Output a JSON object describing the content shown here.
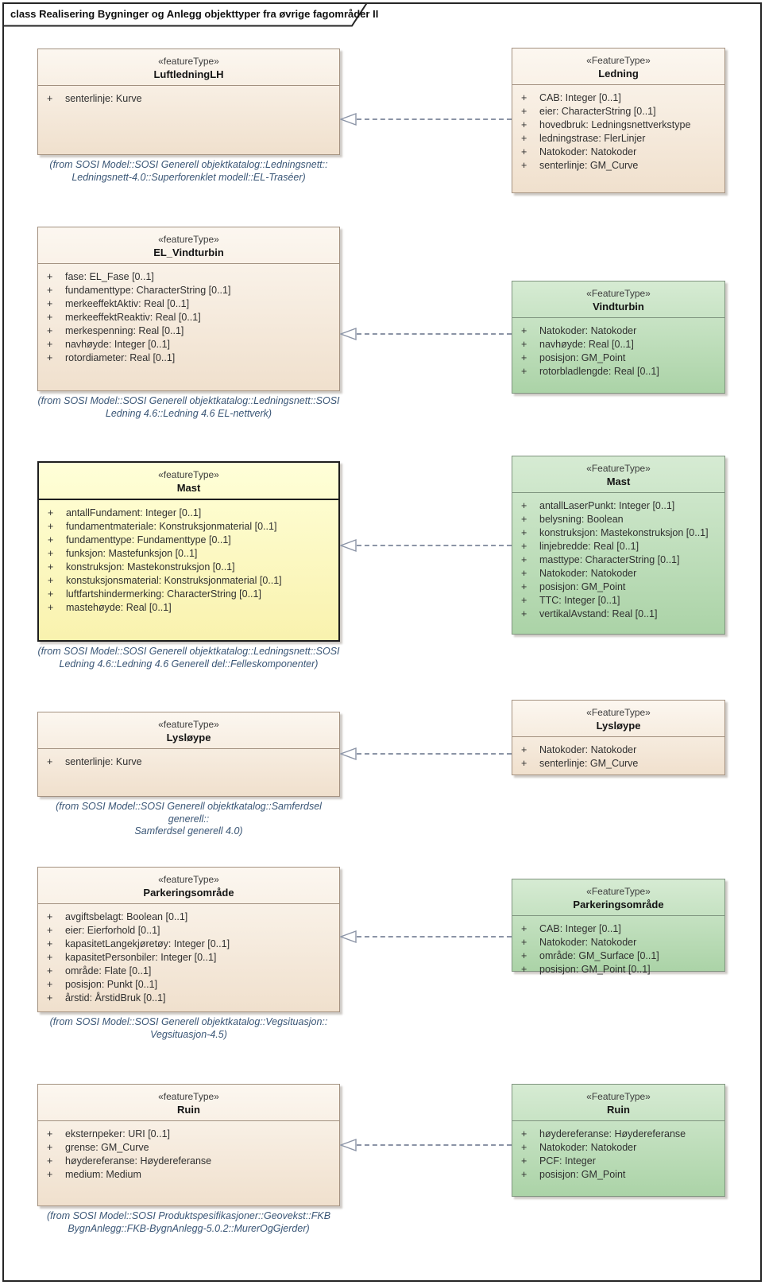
{
  "diagram": {
    "title": "class Realisering Bygninger og Anlegg objekttyper fra øvrige fagområder II"
  },
  "symbols": {
    "visibility": "+"
  },
  "colors": {
    "beige_fill_top": "#fcf7f0",
    "beige_fill_bottom": "#f0e0cd",
    "beige_border": "#a39180",
    "green_fill_top": "#d6ebd3",
    "green_fill_bottom": "#abd3a7",
    "green_border": "#7f947f",
    "yellow_fill_top": "#ffffd8",
    "yellow_fill_bottom": "#f9f2ae",
    "yellow_border": "#1e1e1e",
    "connector": "#8b94a6",
    "caption_text": "#3a5676",
    "frame_border": "#262626"
  },
  "sections": [
    {
      "left": {
        "stereotype": "«featureType»",
        "name": "LuftledningLH",
        "attributes": [
          "senterlinje: Kurve"
        ],
        "caption": "(from SOSI Model::SOSI Generell objektkatalog::Ledningsnett::\nLedningsnett-4.0::Superforenklet modell::EL-Traséer)"
      },
      "right": {
        "stereotype": "«FeatureType»",
        "name": "Ledning",
        "attributes": [
          "CAB: Integer [0..1]",
          "eier: CharacterString [0..1]",
          "hovedbruk: Ledningsnettverkstype",
          "ledningstrase: FlerLinjer",
          "Natokoder: Natokoder",
          "senterlinje: GM_Curve"
        ]
      }
    },
    {
      "left": {
        "stereotype": "«featureType»",
        "name": "EL_Vindturbin",
        "attributes": [
          "fase: EL_Fase [0..1]",
          "fundamenttype: CharacterString [0..1]",
          "merkeeffektAktiv: Real [0..1]",
          "merkeeffektReaktiv: Real [0..1]",
          "merkespenning: Real [0..1]",
          "navhøyde: Integer [0..1]",
          "rotordiameter: Real [0..1]"
        ],
        "caption": "(from SOSI Model::SOSI Generell objektkatalog::Ledningsnett::SOSI\nLedning 4.6::Ledning 4.6 EL-nettverk)"
      },
      "right": {
        "stereotype": "«FeatureType»",
        "name": "Vindturbin",
        "attributes": [
          "Natokoder: Natokoder",
          "navhøyde: Real [0..1]",
          "posisjon: GM_Point",
          "rotorbladlengde: Real [0..1]"
        ]
      }
    },
    {
      "left": {
        "stereotype": "«featureType»",
        "name": "Mast",
        "attributes": [
          "antallFundament: Integer [0..1]",
          "fundamentmateriale: Konstruksjonmaterial [0..1]",
          "fundamenttype: Fundamenttype [0..1]",
          "funksjon: Mastefunksjon [0..1]",
          "konstruksjon: Mastekonstruksjon [0..1]",
          "konstuksjonsmaterial: Konstruksjonmaterial [0..1]",
          "luftfartshindermerking: CharacterString [0..1]",
          "mastehøyde: Real [0..1]"
        ],
        "caption": "(from SOSI Model::SOSI Generell objektkatalog::Ledningsnett::SOSI\nLedning 4.6::Ledning 4.6 Generell del::Felleskomponenter)"
      },
      "right": {
        "stereotype": "«FeatureType»",
        "name": "Mast",
        "attributes": [
          "antallLaserPunkt: Integer [0..1]",
          "belysning: Boolean",
          "konstruksjon: Mastekonstruksjon [0..1]",
          "linjebredde: Real [0..1]",
          "masttype: CharacterString [0..1]",
          "Natokoder: Natokoder",
          "posisjon: GM_Point",
          "TTC: Integer [0..1]",
          "vertikalAvstand: Real [0..1]"
        ]
      }
    },
    {
      "left": {
        "stereotype": "«featureType»",
        "name": "Lysløype",
        "attributes": [
          "senterlinje: Kurve"
        ],
        "caption": "(from SOSI Model::SOSI Generell objektkatalog::Samferdsel generell::\nSamferdsel generell 4.0)"
      },
      "right": {
        "stereotype": "«FeatureType»",
        "name": "Lysløype",
        "attributes": [
          "Natokoder: Natokoder",
          "senterlinje: GM_Curve"
        ]
      }
    },
    {
      "left": {
        "stereotype": "«featureType»",
        "name": "Parkeringsområde",
        "attributes": [
          "avgiftsbelagt: Boolean [0..1]",
          "eier: Eierforhold [0..1]",
          "kapasitetLangekjøretøy: Integer [0..1]",
          "kapasitetPersonbiler: Integer [0..1]",
          "område: Flate [0..1]",
          "posisjon: Punkt [0..1]",
          "årstid: ÅrstidBruk [0..1]"
        ],
        "caption": "(from SOSI Model::SOSI Generell objektkatalog::Vegsituasjon::\nVegsituasjon-4.5)"
      },
      "right": {
        "stereotype": "«FeatureType»",
        "name": "Parkeringsområde",
        "attributes": [
          "CAB: Integer [0..1]",
          "Natokoder: Natokoder",
          "område: GM_Surface [0..1]",
          "posisjon: GM_Point [0..1]"
        ]
      }
    },
    {
      "left": {
        "stereotype": "«featureType»",
        "name": "Ruin",
        "attributes": [
          "eksternpeker: URI [0..1]",
          "grense: GM_Curve",
          "høydereferanse: Høydereferanse",
          "medium: Medium"
        ],
        "caption": "(from SOSI Model::SOSI Produktspesifikasjoner::Geovekst::FKB\nBygnAnlegg::FKB-BygnAnlegg-5.0.2::MurerOgGjerder)"
      },
      "right": {
        "stereotype": "«FeatureType»",
        "name": "Ruin",
        "attributes": [
          "høydereferanse: Høydereferanse",
          "Natokoder: Natokoder",
          "PCF: Integer",
          "posisjon: GM_Point"
        ]
      }
    }
  ]
}
